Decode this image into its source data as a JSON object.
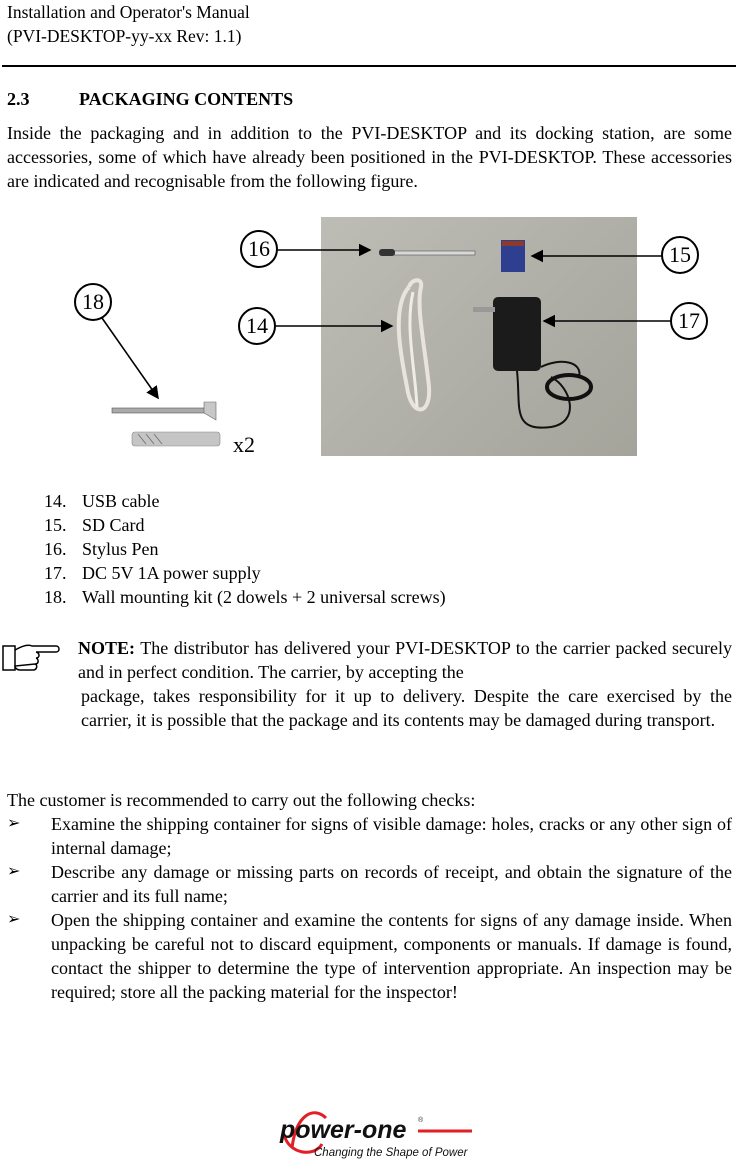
{
  "header": {
    "line1": "Installation and Operator's Manual",
    "line2": "(PVI-DESKTOP-yy-xx  Rev: 1.1)"
  },
  "section": {
    "number": "2.3",
    "title": "PACKAGING CONTENTS"
  },
  "intro": "Inside the packaging and in addition to the PVI-DESKTOP and its docking station, are some accessories, some of which have already been positioned in the PVI-DESKTOP. These accessories are indicated and recognisable from the following figure.",
  "figure": {
    "callouts": [
      "16",
      "14",
      "18",
      "15",
      "17"
    ],
    "quantity_label": "x2"
  },
  "items": [
    {
      "num": "14.",
      "label": "USB cable"
    },
    {
      "num": "15.",
      "label": "SD Card"
    },
    {
      "num": "16.",
      "label": "Stylus Pen"
    },
    {
      "num": "17.",
      "label": "DC 5V 1A power supply"
    },
    {
      "num": "18.",
      "label": "Wall mounting kit (2 dowels + 2 universal screws)"
    }
  ],
  "note": {
    "label": "NOTE:",
    "text_first": " The distributor has delivered your PVI-DESKTOP to the carrier packed securely and in perfect condition. The carrier, by accepting the",
    "text_rest": "package, takes responsibility for it up to delivery. Despite the care exercised by the carrier, it is possible that the package and its contents may be damaged during transport."
  },
  "checks": {
    "intro": "The customer is recommended to carry out the following checks:",
    "items": [
      "Examine the shipping container for signs of visible damage: holes, cracks or any other sign of internal damage;",
      "Describe any damage or missing parts on records of receipt, and obtain the signature of the carrier and its full name;",
      "Open the shipping container and examine the contents for signs of any damage inside. When unpacking be careful not to discard equipment, components or manuals. If damage is found, contact the shipper to determine the type of intervention appropriate. An inspection may be required; store all the packing material for the inspector!"
    ],
    "bullet": "➢"
  },
  "footer": {
    "brand": "power-one",
    "tagline": "Changing the Shape of Power",
    "brand_color": "#e31e24"
  }
}
